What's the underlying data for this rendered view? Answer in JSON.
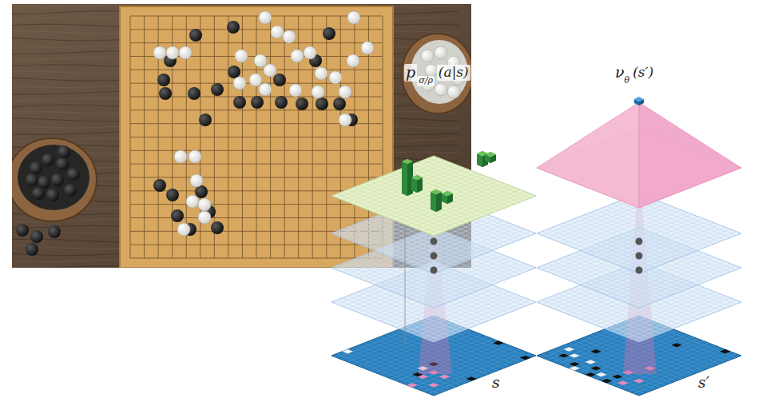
{
  "diagram": {
    "labels": [
      "p",
      "σ/ρ",
      "(a|s)",
      "ν",
      "θ",
      "(s′)",
      "s",
      "s′"
    ]
  }
}
